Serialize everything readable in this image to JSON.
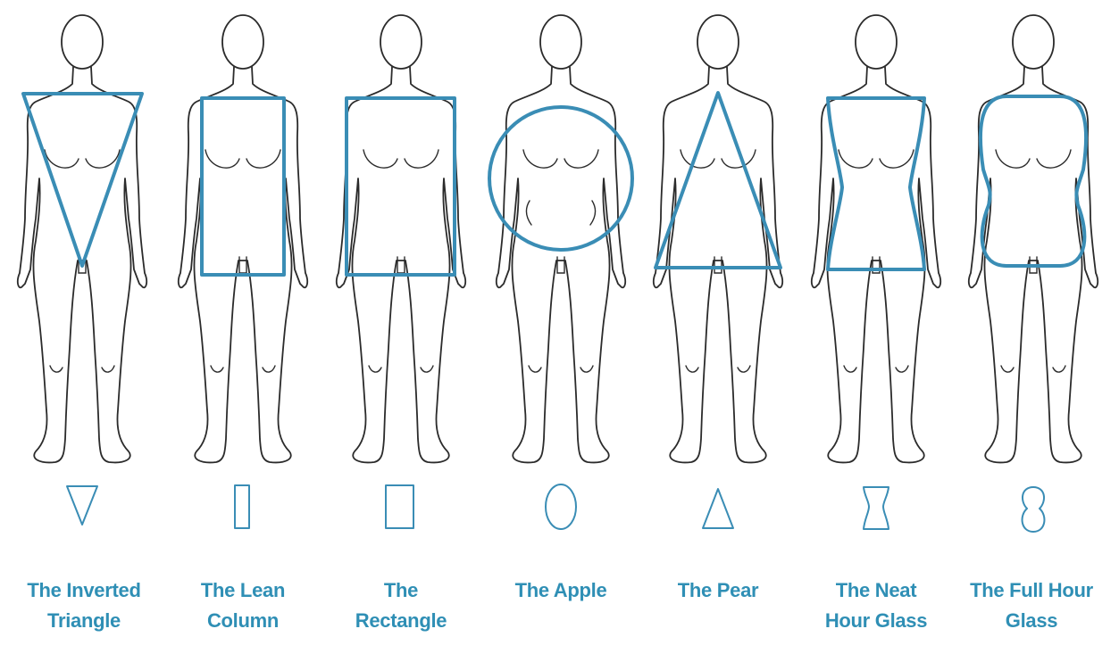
{
  "accent_color": "#3a8db5",
  "outline_color": "#2b2b2b",
  "shapes": [
    {
      "id": "inverted-triangle",
      "icon": "inverted-triangle-icon",
      "lines": [
        "The Inverted",
        "Triangle"
      ]
    },
    {
      "id": "lean-column",
      "icon": "lean-column-icon",
      "lines": [
        "The Lean",
        "Column"
      ]
    },
    {
      "id": "rectangle",
      "icon": "rectangle-icon",
      "lines": [
        "The",
        "Rectangle"
      ]
    },
    {
      "id": "apple",
      "icon": "oval-icon",
      "lines": [
        "The Apple"
      ]
    },
    {
      "id": "pear",
      "icon": "triangle-icon",
      "lines": [
        "The Pear"
      ]
    },
    {
      "id": "neat-hour-glass",
      "icon": "hourglass-icon",
      "lines": [
        "The Neat",
        "Hour Glass"
      ]
    },
    {
      "id": "full-hour-glass",
      "icon": "figure-eight-icon",
      "lines": [
        "The Full Hour",
        "Glass"
      ]
    }
  ]
}
